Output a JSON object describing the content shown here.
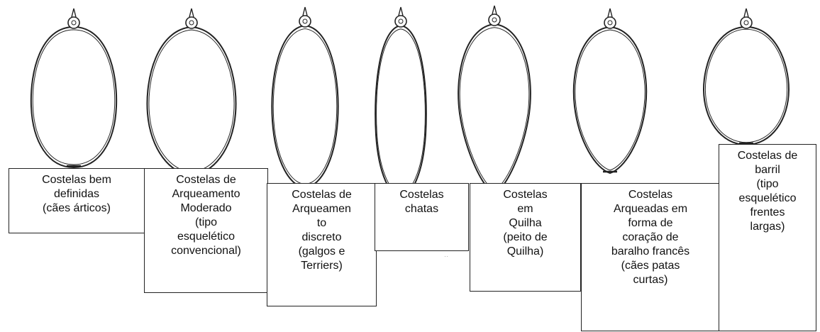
{
  "colors": {
    "stroke": "#222222",
    "outline": "#444444",
    "background": "#ffffff"
  },
  "ribcages": [
    {
      "shape": "oval",
      "label": "Costelas bem\ndefinidas\n(cães árticos)"
    },
    {
      "shape": "moderate-arch",
      "label": "Costelas de\nArqueamento\nModerado\n(tipo\nesquelético\nconvencional)"
    },
    {
      "shape": "discreet-arch",
      "label": "Costelas de\nArqueamen\nto\ndiscreto\n(galgos e\nTerriers)"
    },
    {
      "shape": "flat",
      "label": "Costelas\nchatas"
    },
    {
      "shape": "keel",
      "label": "Costelas\nem\nQuilha\n(peito de\nQuilha)"
    },
    {
      "shape": "heart",
      "label": "Costelas\nArqueadas em\nforma de\ncoração de\nbaralho francês\n(cães patas\ncurtas)"
    },
    {
      "shape": "barrel",
      "label": "Costelas de\nbarril\n(tipo\nesquelético\nfrentes\nlargas)"
    }
  ],
  "stray_mark": "··"
}
